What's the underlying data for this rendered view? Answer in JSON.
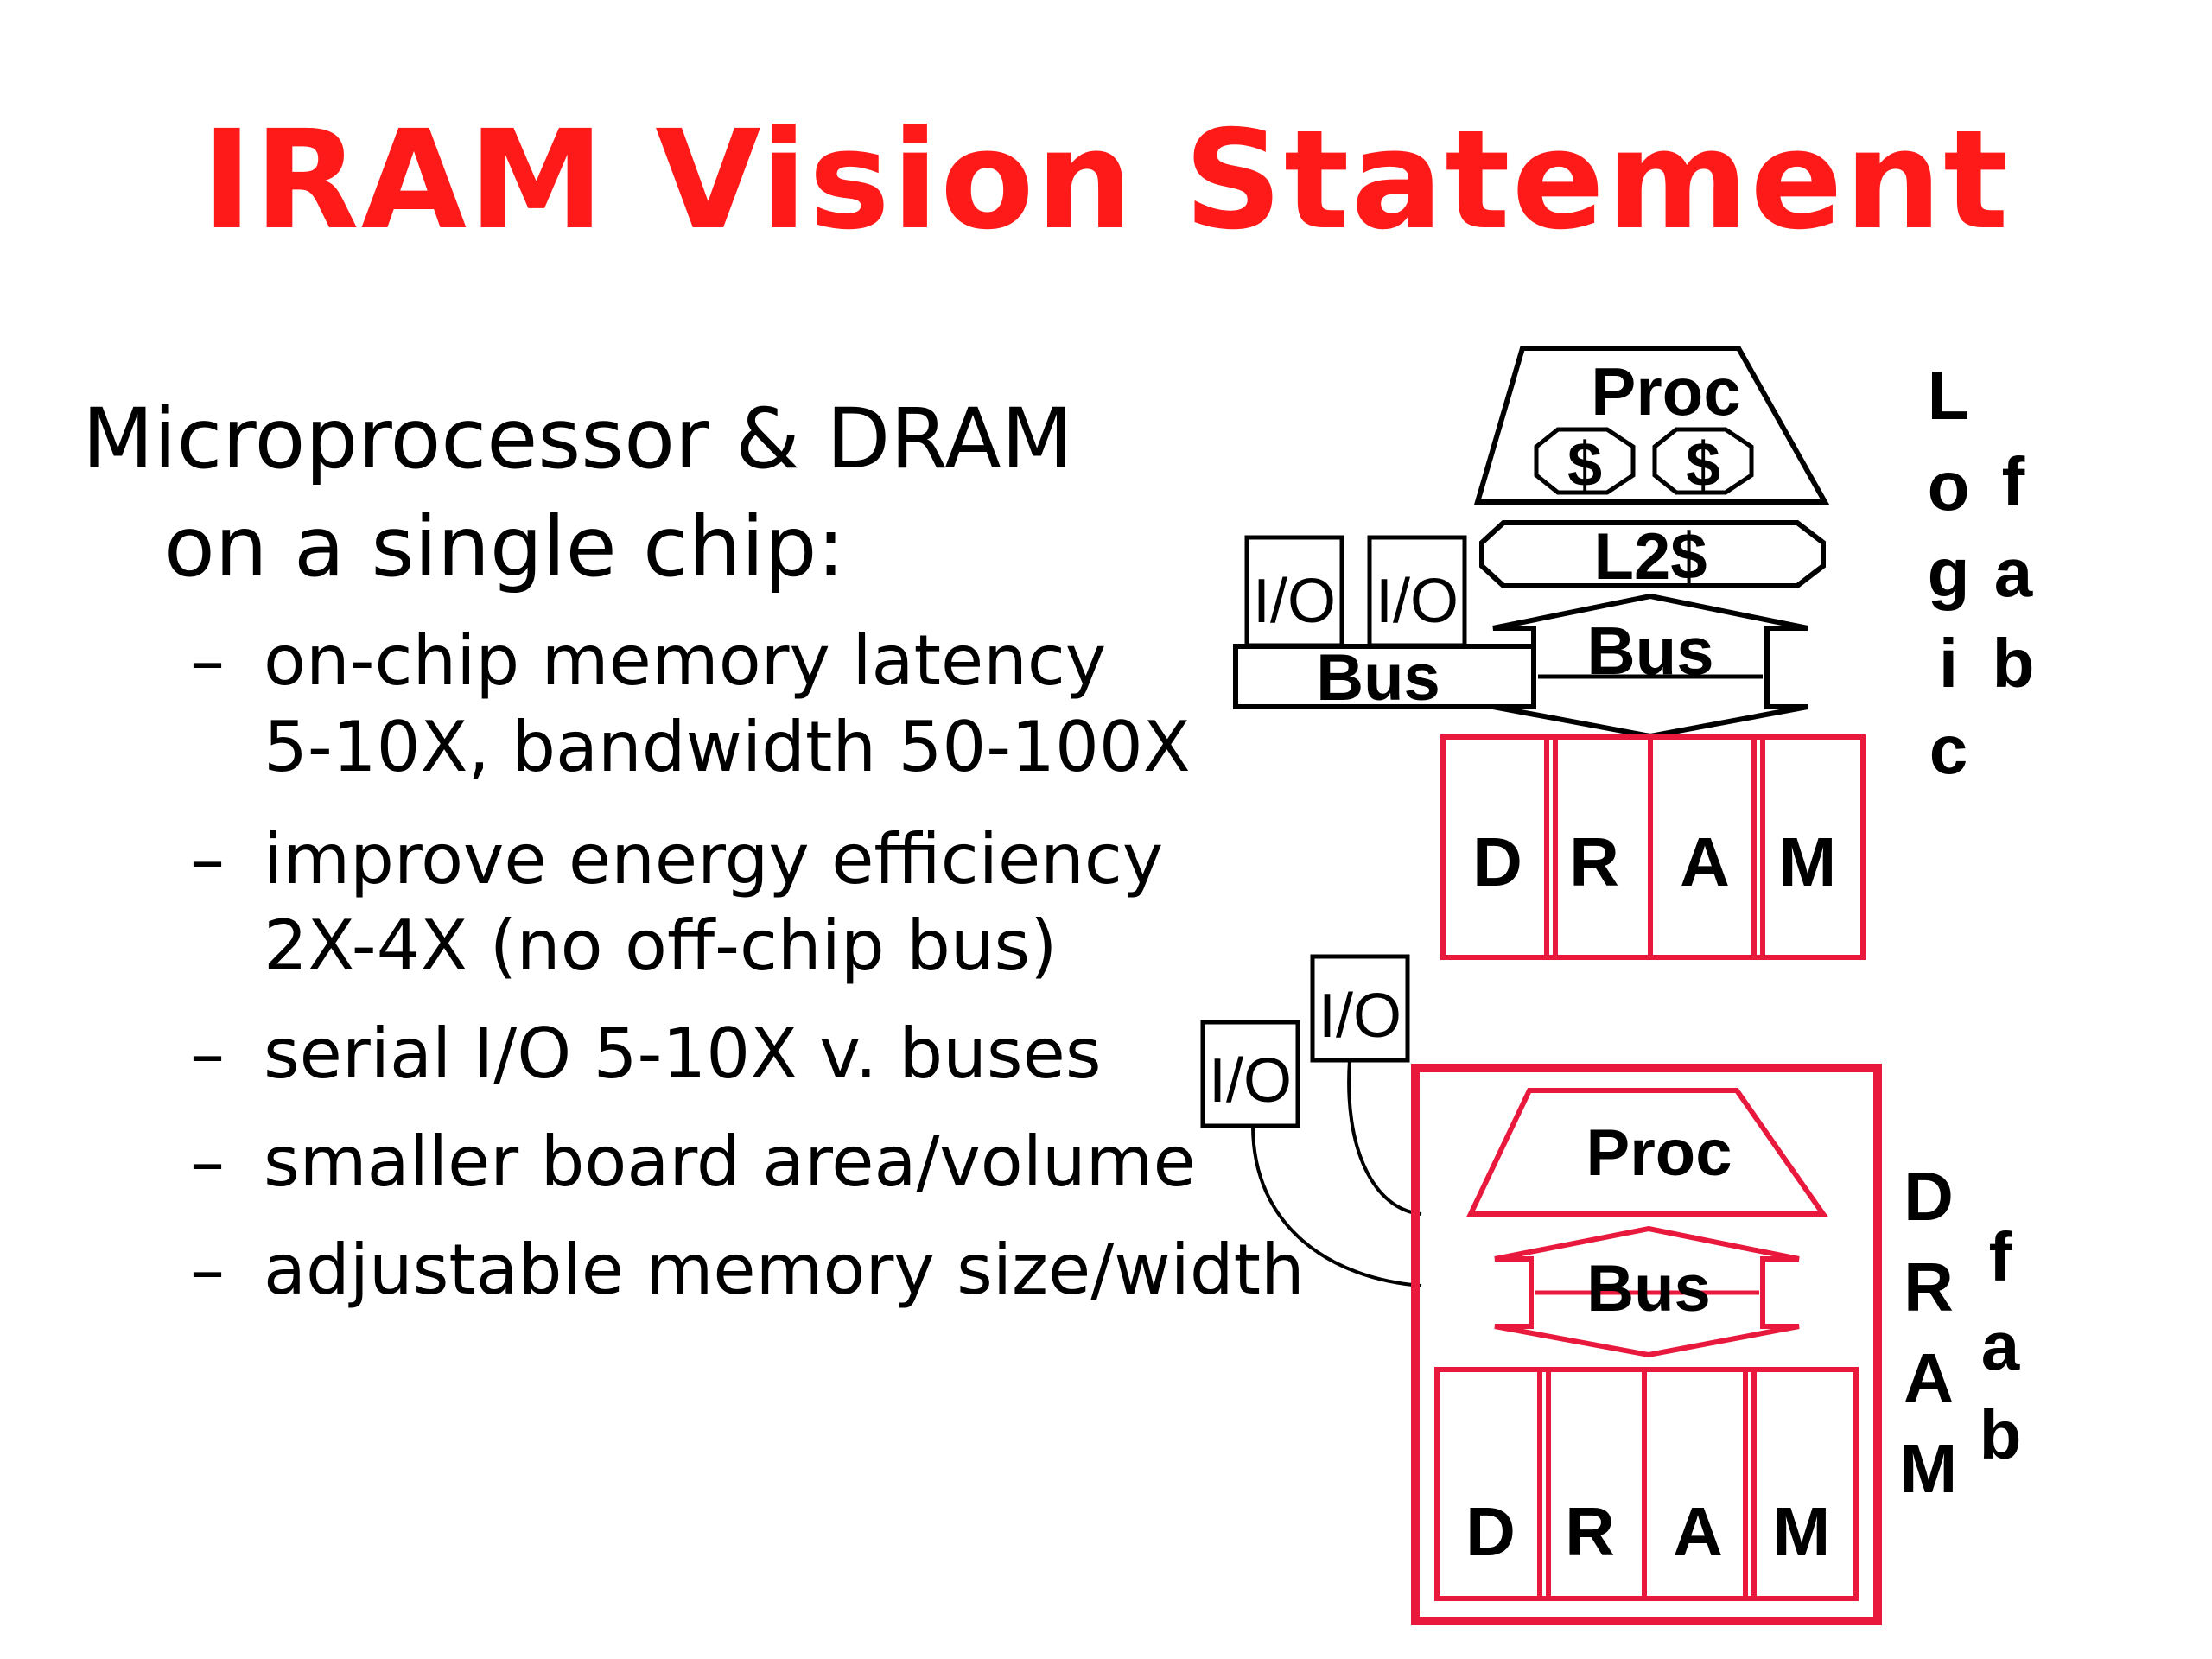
{
  "title": "IRAM Vision Statement",
  "lead": {
    "line1": "Microprocessor & DRAM",
    "line2": "on a single chip:"
  },
  "bullets": [
    {
      "line1": "on-chip memory latency",
      "line2": "5-10X, bandwidth 50-100X"
    },
    {
      "line1": "improve energy efficiency",
      "line2": "2X-4X (no off-chip bus)"
    },
    {
      "line1": "serial I/O 5-10X v. buses",
      "line2": ""
    },
    {
      "line1": "smaller board area/volume",
      "line2": ""
    },
    {
      "line1": "adjustable memory size/width",
      "line2": ""
    }
  ],
  "bullet_marker": "–",
  "diagram": {
    "top": {
      "proc": "Proc",
      "cache1": "$",
      "cache2": "$",
      "l2": "L2$",
      "bus_internal": "Bus",
      "bus_external": "Bus",
      "io1": "I/O",
      "io2": "I/O",
      "dram": [
        "D",
        "R",
        "A",
        "M"
      ],
      "side_label_1": [
        "L",
        "o",
        "g",
        "i",
        "c"
      ],
      "side_label_2": [
        "f",
        "a",
        "b"
      ]
    },
    "bottom": {
      "io1": "I/O",
      "io2": "I/O",
      "proc": "Proc",
      "bus": "Bus",
      "dram": [
        "D",
        "R",
        "A",
        "M"
      ],
      "side_label_1": [
        "D",
        "R",
        "A",
        "M"
      ],
      "side_label_2": [
        "f",
        "a",
        "b"
      ]
    }
  },
  "colors": {
    "title": "#ff1a1a",
    "iram_red": "#e8193c",
    "ink": "#000000"
  }
}
